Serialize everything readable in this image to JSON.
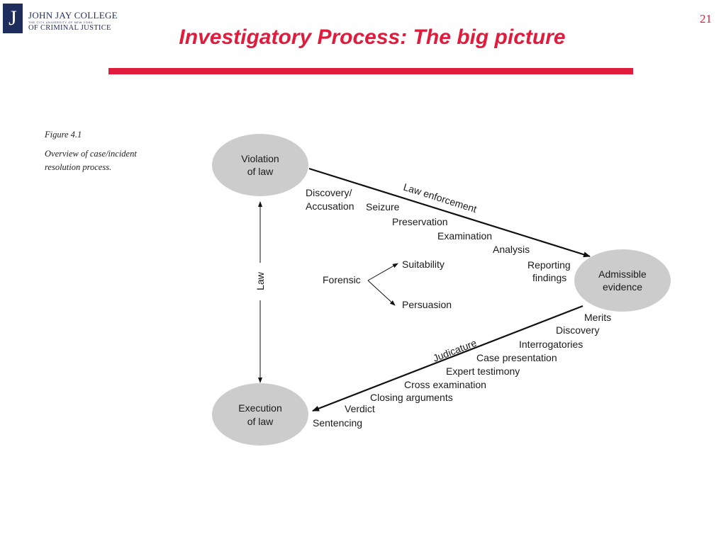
{
  "logo": {
    "mark": "J",
    "line1": "JOHN JAY COLLEGE",
    "line2": "THE CITY UNIVERSITY OF NEW YORK",
    "line3": "OF CRIMINAL JUSTICE"
  },
  "page_number": "21",
  "title": "Investigatory Process: The big picture",
  "figure": {
    "label": "Figure 4.1",
    "caption": "Overview of case/incident resolution process."
  },
  "nodes": {
    "violation": [
      "Violation",
      "of law"
    ],
    "admissible": [
      "Admissible",
      "evidence"
    ],
    "execution": [
      "Execution",
      "of law"
    ]
  },
  "edges": {
    "law": "Law",
    "law_enforcement": "Law enforcement",
    "judicature": "Judicature"
  },
  "enforcement_steps": {
    "discovery": [
      "Discovery/",
      "Accusation"
    ],
    "seizure": "Seizure",
    "preservation": "Preservation",
    "examination": "Examination",
    "analysis": "Analysis",
    "reporting": [
      "Reporting",
      "findings"
    ]
  },
  "forensic": {
    "label": "Forensic",
    "branches": [
      "Suitability",
      "Persuasion"
    ]
  },
  "judicature_steps": [
    "Merits",
    "Discovery",
    "Interrogatories",
    "Case presentation",
    "Expert testimony",
    "Cross examination",
    "Closing arguments",
    "Verdict",
    "Sentencing"
  ],
  "colors": {
    "accent": "#e11b3c",
    "brand": "#1f2d5c",
    "node_fill": "#cccccc"
  }
}
